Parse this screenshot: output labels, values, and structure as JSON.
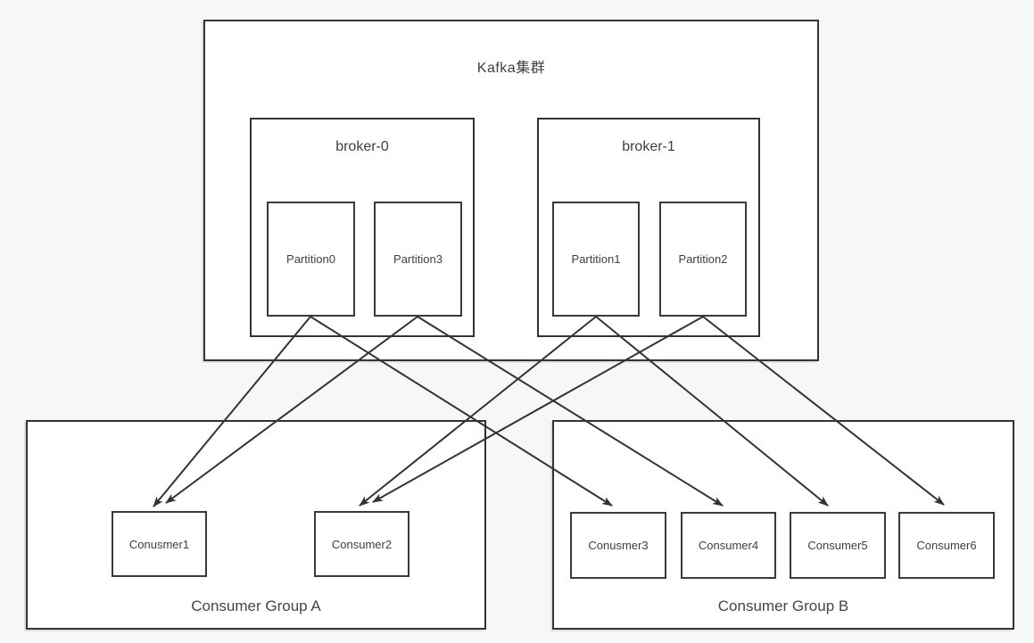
{
  "cluster": {
    "title": "Kafka集群",
    "brokers": [
      {
        "name": "broker-0",
        "partitions": [
          {
            "label": "Partition0"
          },
          {
            "label": "Partition3"
          }
        ]
      },
      {
        "name": "broker-1",
        "partitions": [
          {
            "label": "Partition1"
          },
          {
            "label": "Partition2"
          }
        ]
      }
    ]
  },
  "groups": [
    {
      "name": "Consumer Group A",
      "consumers": [
        {
          "label": "Conusmer1"
        },
        {
          "label": "Consumer2"
        }
      ]
    },
    {
      "name": "Consumer Group B",
      "consumers": [
        {
          "label": "Conusmer3"
        },
        {
          "label": "Consumer4"
        },
        {
          "label": "Consumer5"
        },
        {
          "label": "Consumer6"
        }
      ]
    }
  ],
  "connections": [
    {
      "from": "Partition0",
      "to": "Conusmer1"
    },
    {
      "from": "Partition3",
      "to": "Conusmer1"
    },
    {
      "from": "Partition1",
      "to": "Consumer2"
    },
    {
      "from": "Partition2",
      "to": "Consumer2"
    },
    {
      "from": "Partition0",
      "to": "Conusmer3"
    },
    {
      "from": "Partition3",
      "to": "Consumer4"
    },
    {
      "from": "Partition1",
      "to": "Consumer5"
    },
    {
      "from": "Partition2",
      "to": "Consumer6"
    }
  ],
  "colors": {
    "background": "#f7f7f7",
    "box_fill": "#ffffff",
    "border": "#333333",
    "text": "#3f3f3f",
    "arrow": "#333333"
  }
}
